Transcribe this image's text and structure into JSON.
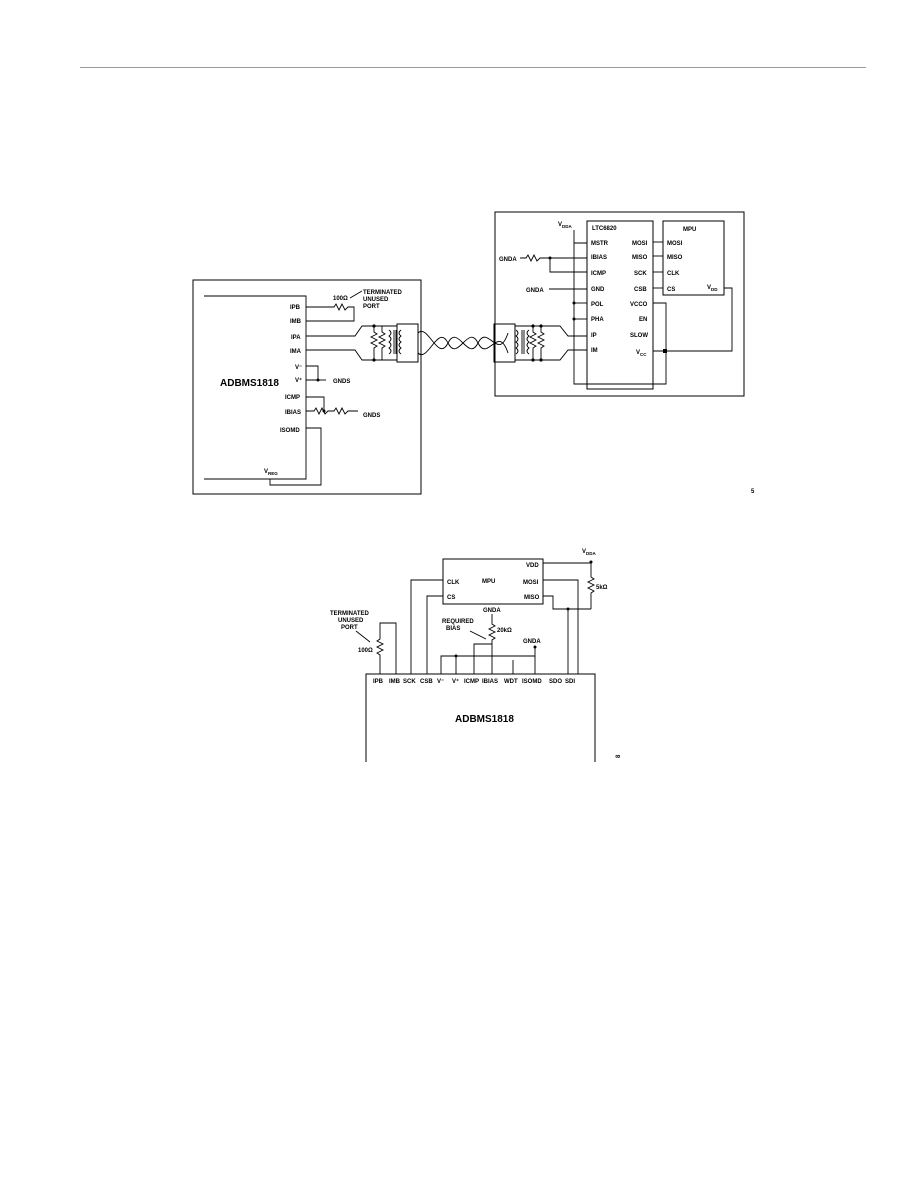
{
  "fig1": {
    "adbms": {
      "name": "ADBMS1818",
      "pins": [
        "IPB",
        "IMB",
        "IPA",
        "IMA",
        "V⁻",
        "V⁺",
        "ICMP",
        "IBIAS",
        "ISOMD"
      ],
      "vreg": "V",
      "vreg_sub": "REG"
    },
    "terminated": {
      "line1": "TERMINATED",
      "line2": "UNUSED",
      "line3": "PORT",
      "resistor": "100Ω"
    },
    "gnds_label": "GNDS",
    "vdda": {
      "main": "V",
      "sub": "DDA"
    },
    "ltc": {
      "name": "LTC6820",
      "left_pins": [
        "MSTR",
        "IBIAS",
        "ICMP",
        "GND",
        "POL",
        "PHA",
        "IP",
        "IM"
      ],
      "right_pins": [
        "MOSI",
        "MISO",
        "SCK",
        "CSB",
        "VCCO",
        "EN",
        "SLOW"
      ],
      "vcc_main": "V",
      "vcc_sub": "CC"
    },
    "mpu": {
      "name": "MPU",
      "pins": [
        "MOSI",
        "MISO",
        "CLK",
        "CS"
      ],
      "vdd_main": "V",
      "vdd_sub": "DD"
    },
    "gnda_labels": [
      "GNDA",
      "GNDA"
    ],
    "fig_id": "5"
  },
  "fig2": {
    "vdda": {
      "main": "V",
      "sub": "DDA"
    },
    "mpu": {
      "name": "MPU",
      "left_pins": [
        "CLK",
        "CS"
      ],
      "right_pins": [
        "VDD",
        "MOSI",
        "MISO"
      ]
    },
    "pullup": "5kΩ",
    "terminated": {
      "line1": "TERMINATED",
      "line2": "UNUSED",
      "line3": "PORT",
      "resistor": "100Ω"
    },
    "gnda_labels": [
      "GNDA",
      "GNDA"
    ],
    "bias": {
      "line1": "REQUIRED",
      "line2": "BIAS",
      "resistor": "20kΩ"
    },
    "pins": [
      "IPB",
      "IMB",
      "SCK",
      "CSB",
      "V⁻",
      "V⁺",
      "ICMP",
      "IBIAS",
      "WDT",
      "ISOMD",
      "SDO",
      "SDI"
    ],
    "adbms_name": "ADBMS1818",
    "fig_id": "8"
  }
}
